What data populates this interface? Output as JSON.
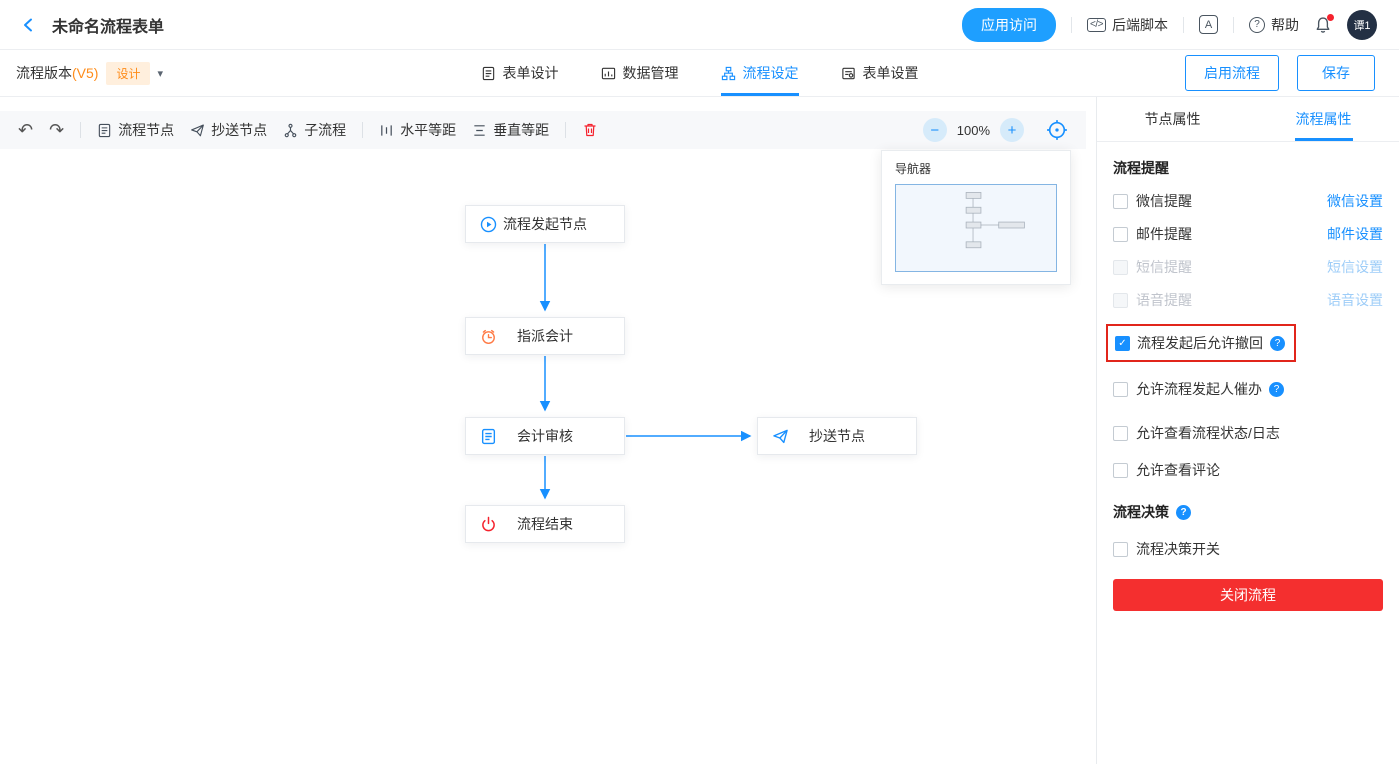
{
  "header": {
    "title": "未命名流程表单",
    "app_access": "应用访问",
    "backend_script": "后端脚本",
    "help": "帮助",
    "avatar": "谭1"
  },
  "subheader": {
    "version_label": "流程版本",
    "version_tag": "(V5)",
    "design_badge": "设计",
    "tabs": [
      {
        "label": "表单设计"
      },
      {
        "label": "数据管理"
      },
      {
        "label": "流程设定"
      },
      {
        "label": "表单设置"
      }
    ],
    "enable_flow": "启用流程",
    "save": "保存"
  },
  "toolbar": {
    "flow_node": "流程节点",
    "cc_node": "抄送节点",
    "sub_flow": "子流程",
    "h_space": "水平等距",
    "v_space": "垂直等距",
    "zoom": "100%"
  },
  "canvas": {
    "navigator_title": "导航器",
    "nodes": [
      {
        "label": "流程发起节点",
        "type": "start"
      },
      {
        "label": "指派会计",
        "type": "assign"
      },
      {
        "label": "会计审核",
        "type": "audit"
      },
      {
        "label": "抄送节点",
        "type": "cc"
      },
      {
        "label": "流程结束",
        "type": "end"
      }
    ]
  },
  "panel": {
    "tabs": [
      {
        "label": "节点属性",
        "active": false
      },
      {
        "label": "流程属性",
        "active": true
      }
    ],
    "reminder_title": "流程提醒",
    "reminders": [
      {
        "label": "微信提醒",
        "link": "微信设置",
        "checked": false,
        "disabled": false
      },
      {
        "label": "邮件提醒",
        "link": "邮件设置",
        "checked": false,
        "disabled": false
      },
      {
        "label": "短信提醒",
        "link": "短信设置",
        "checked": false,
        "disabled": true
      },
      {
        "label": "语音提醒",
        "link": "语音设置",
        "checked": false,
        "disabled": true
      }
    ],
    "withdraw_option": {
      "label": "流程发起后允许撤回",
      "checked": true,
      "highlighted": true
    },
    "options": [
      {
        "label": "允许流程发起人催办",
        "checked": false,
        "has_help": true
      },
      {
        "label": "允许查看流程状态/日志",
        "checked": false
      },
      {
        "label": "允许查看评论",
        "checked": false
      }
    ],
    "decision_title": "流程决策",
    "decision_switch": "流程决策开关",
    "close_flow": "关闭流程"
  },
  "icons": {
    "code": "</>",
    "i18n": "A",
    "question": "?",
    "undo": "↶",
    "redo": "↷",
    "minus": "−",
    "plus": "+",
    "check": "✓",
    "caret_down": "▾"
  },
  "colors": {
    "accent_blue": "#1890ff",
    "orange": "#ff8c1a",
    "node_start_blue": "#1890ff",
    "node_clock_orange": "#ff7a45",
    "node_end_red": "#f5222d",
    "close_button_red": "#f42f2f",
    "highlight_border_red": "#e1251b"
  }
}
